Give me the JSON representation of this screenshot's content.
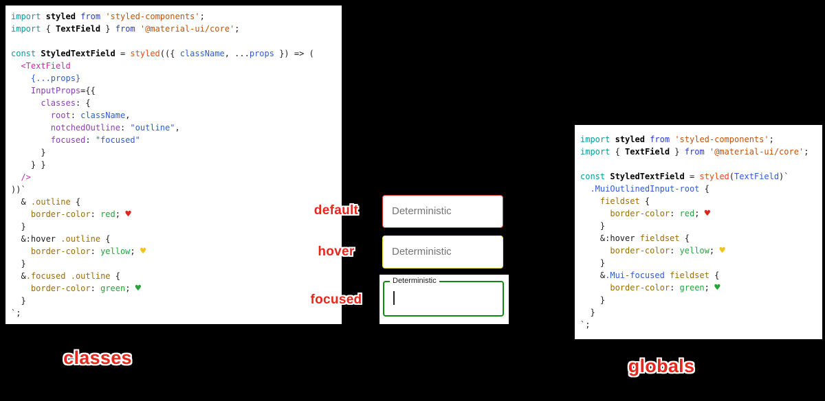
{
  "page": {
    "background": "#000000"
  },
  "annotations": {
    "default_label": "default",
    "hover_label": "hover",
    "focused_label": "focused"
  },
  "captions": {
    "left": "classes",
    "right": "globals"
  },
  "textfields": {
    "default": {
      "value": "Deterministic",
      "border_color": "#e53935"
    },
    "hover": {
      "value": "Deterministic",
      "border_color": "#f2e93d"
    },
    "focused": {
      "label": "Deterministic",
      "border_color": "#118a11"
    }
  },
  "colors": {
    "annotation_red": "#e8271c",
    "code_keyword_teal": "#009e9b",
    "code_string_orange": "#c25209",
    "code_jsx_magenta": "#bf2fa8",
    "code_css_value_green": "#23a33c"
  },
  "left_code": {
    "lines": [
      [
        {
          "c": "imp",
          "t": "import"
        },
        {
          "c": "",
          "t": " "
        },
        {
          "c": "b",
          "t": "styled"
        },
        {
          "c": "",
          "t": " "
        },
        {
          "c": "kw",
          "t": "from"
        },
        {
          "c": "",
          "t": " "
        },
        {
          "c": "str",
          "t": "'styled-components'"
        },
        {
          "c": "",
          "t": ";"
        }
      ],
      [
        {
          "c": "imp",
          "t": "import"
        },
        {
          "c": "",
          "t": " { "
        },
        {
          "c": "b",
          "t": "TextField"
        },
        {
          "c": "",
          "t": " } "
        },
        {
          "c": "kw",
          "t": "from"
        },
        {
          "c": "",
          "t": " "
        },
        {
          "c": "str",
          "t": "'@material-ui/core'"
        },
        {
          "c": "",
          "t": ";"
        }
      ],
      [],
      [
        {
          "c": "imp",
          "t": "const"
        },
        {
          "c": "",
          "t": " "
        },
        {
          "c": "b",
          "t": "StyledTextField"
        },
        {
          "c": "",
          "t": " = "
        },
        {
          "c": "fn",
          "t": "styled"
        },
        {
          "c": "",
          "t": "(({ "
        },
        {
          "c": "var",
          "t": "className"
        },
        {
          "c": "",
          "t": ", ..."
        },
        {
          "c": "var",
          "t": "props"
        },
        {
          "c": "",
          "t": " }) => ("
        }
      ],
      [
        {
          "c": "",
          "t": "  "
        },
        {
          "c": "jsx",
          "t": "<TextField"
        }
      ],
      [
        {
          "c": "",
          "t": "    "
        },
        {
          "c": "var",
          "t": "{...props}"
        }
      ],
      [
        {
          "c": "",
          "t": "    "
        },
        {
          "c": "prop",
          "t": "InputProps"
        },
        {
          "c": "",
          "t": "={{"
        }
      ],
      [
        {
          "c": "",
          "t": "      "
        },
        {
          "c": "prop",
          "t": "classes"
        },
        {
          "c": "",
          "t": ": {"
        }
      ],
      [
        {
          "c": "",
          "t": "        "
        },
        {
          "c": "prop",
          "t": "root"
        },
        {
          "c": "",
          "t": ": "
        },
        {
          "c": "var",
          "t": "className"
        },
        {
          "c": "",
          "t": ","
        }
      ],
      [
        {
          "c": "",
          "t": "        "
        },
        {
          "c": "prop",
          "t": "notchedOutline"
        },
        {
          "c": "",
          "t": ": "
        },
        {
          "c": "str2",
          "t": "\"outline\""
        },
        {
          "c": "",
          "t": ","
        }
      ],
      [
        {
          "c": "",
          "t": "        "
        },
        {
          "c": "prop",
          "t": "focused"
        },
        {
          "c": "",
          "t": ": "
        },
        {
          "c": "str2",
          "t": "\"focused\""
        }
      ],
      [
        {
          "c": "",
          "t": "      }"
        }
      ],
      [
        {
          "c": "",
          "t": "    } }"
        }
      ],
      [
        {
          "c": "",
          "t": "  "
        },
        {
          "c": "jsx",
          "t": "/>"
        }
      ],
      [
        {
          "c": "",
          "t": "))`"
        }
      ],
      [
        {
          "c": "",
          "t": "  & "
        },
        {
          "c": "sel",
          "t": ".outline"
        },
        {
          "c": "",
          "t": " {"
        }
      ],
      [
        {
          "c": "",
          "t": "    "
        },
        {
          "c": "cssprop",
          "t": "border-color"
        },
        {
          "c": "",
          "t": ": "
        },
        {
          "c": "cssval",
          "t": "red"
        },
        {
          "c": "",
          "t": "; "
        },
        {
          "c": "hr",
          "t": "♥",
          "n": "red-heart-icon"
        }
      ],
      [
        {
          "c": "",
          "t": "  }"
        }
      ],
      [
        {
          "c": "",
          "t": "  &:hover "
        },
        {
          "c": "sel",
          "t": ".outline"
        },
        {
          "c": "",
          "t": " {"
        }
      ],
      [
        {
          "c": "",
          "t": "    "
        },
        {
          "c": "cssprop",
          "t": "border-color"
        },
        {
          "c": "",
          "t": ": "
        },
        {
          "c": "cssval",
          "t": "yellow"
        },
        {
          "c": "",
          "t": "; "
        },
        {
          "c": "hy",
          "t": "♥",
          "n": "yellow-heart-icon"
        }
      ],
      [
        {
          "c": "",
          "t": "  }"
        }
      ],
      [
        {
          "c": "",
          "t": "  &"
        },
        {
          "c": "sel",
          "t": ".focused"
        },
        {
          "c": "",
          "t": " "
        },
        {
          "c": "sel",
          "t": ".outline"
        },
        {
          "c": "",
          "t": " {"
        }
      ],
      [
        {
          "c": "",
          "t": "    "
        },
        {
          "c": "cssprop",
          "t": "border-color"
        },
        {
          "c": "",
          "t": ": "
        },
        {
          "c": "cssval",
          "t": "green"
        },
        {
          "c": "",
          "t": "; "
        },
        {
          "c": "hg",
          "t": "♥",
          "n": "green-heart-icon"
        }
      ],
      [
        {
          "c": "",
          "t": "  }"
        }
      ],
      [
        {
          "c": "",
          "t": "`;"
        }
      ]
    ]
  },
  "right_code": {
    "lines": [
      [
        {
          "c": "imp",
          "t": "import"
        },
        {
          "c": "",
          "t": " "
        },
        {
          "c": "b",
          "t": "styled"
        },
        {
          "c": "",
          "t": " "
        },
        {
          "c": "kw",
          "t": "from"
        },
        {
          "c": "",
          "t": " "
        },
        {
          "c": "str",
          "t": "'styled-components'"
        },
        {
          "c": "",
          "t": ";"
        }
      ],
      [
        {
          "c": "imp",
          "t": "import"
        },
        {
          "c": "",
          "t": " { "
        },
        {
          "c": "b",
          "t": "TextField"
        },
        {
          "c": "",
          "t": " } "
        },
        {
          "c": "kw",
          "t": "from"
        },
        {
          "c": "",
          "t": " "
        },
        {
          "c": "str",
          "t": "'@material-ui/core'"
        },
        {
          "c": "",
          "t": ";"
        }
      ],
      [],
      [
        {
          "c": "imp",
          "t": "const"
        },
        {
          "c": "",
          "t": " "
        },
        {
          "c": "b",
          "t": "StyledTextField"
        },
        {
          "c": "",
          "t": " = "
        },
        {
          "c": "fn",
          "t": "styled"
        },
        {
          "c": "",
          "t": "("
        },
        {
          "c": "var",
          "t": "TextField"
        },
        {
          "c": "",
          "t": ")`"
        }
      ],
      [
        {
          "c": "",
          "t": "  "
        },
        {
          "c": "var",
          "t": ".MuiOutlinedInput-root"
        },
        {
          "c": "",
          "t": " {"
        }
      ],
      [
        {
          "c": "",
          "t": "    "
        },
        {
          "c": "sel",
          "t": "fieldset"
        },
        {
          "c": "",
          "t": " {"
        }
      ],
      [
        {
          "c": "",
          "t": "      "
        },
        {
          "c": "cssprop",
          "t": "border-color"
        },
        {
          "c": "",
          "t": ": "
        },
        {
          "c": "cssval",
          "t": "red"
        },
        {
          "c": "",
          "t": "; "
        },
        {
          "c": "hr",
          "t": "♥",
          "n": "red-heart-icon"
        }
      ],
      [
        {
          "c": "",
          "t": "    }"
        }
      ],
      [
        {
          "c": "",
          "t": "    &:hover "
        },
        {
          "c": "sel",
          "t": "fieldset"
        },
        {
          "c": "",
          "t": " {"
        }
      ],
      [
        {
          "c": "",
          "t": "      "
        },
        {
          "c": "cssprop",
          "t": "border-color"
        },
        {
          "c": "",
          "t": ": "
        },
        {
          "c": "cssval",
          "t": "yellow"
        },
        {
          "c": "",
          "t": "; "
        },
        {
          "c": "hy",
          "t": "♥",
          "n": "yellow-heart-icon"
        }
      ],
      [
        {
          "c": "",
          "t": "    }"
        }
      ],
      [
        {
          "c": "",
          "t": "    &"
        },
        {
          "c": "var",
          "t": ".Mui-focused"
        },
        {
          "c": "",
          "t": " "
        },
        {
          "c": "sel",
          "t": "fieldset"
        },
        {
          "c": "",
          "t": " {"
        }
      ],
      [
        {
          "c": "",
          "t": "      "
        },
        {
          "c": "cssprop",
          "t": "border-color"
        },
        {
          "c": "",
          "t": ": "
        },
        {
          "c": "cssval",
          "t": "green"
        },
        {
          "c": "",
          "t": "; "
        },
        {
          "c": "hg",
          "t": "♥",
          "n": "green-heart-icon"
        }
      ],
      [
        {
          "c": "",
          "t": "    }"
        }
      ],
      [
        {
          "c": "",
          "t": "  }"
        }
      ],
      [
        {
          "c": "",
          "t": "`;"
        }
      ]
    ]
  }
}
